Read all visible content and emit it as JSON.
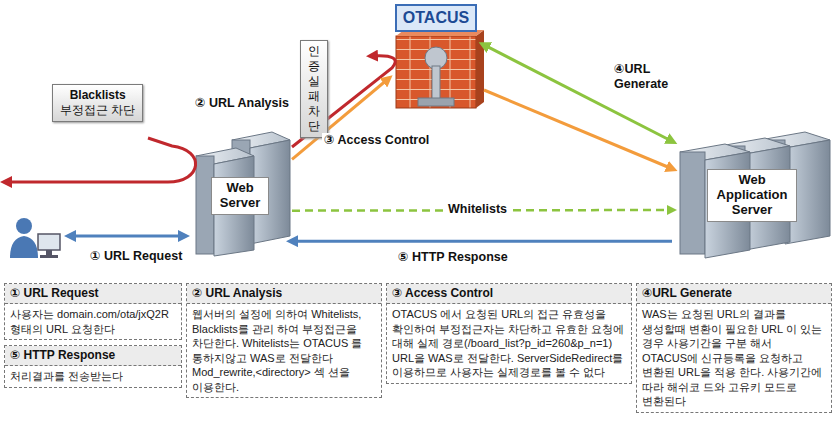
{
  "diagram": {
    "nodes": [
      {
        "text": [
          "OTACUS"
        ]
      },
      {
        "text": [
          "인증실패 차단"
        ]
      },
      {
        "text": [
          "Blacklists",
          "부정접근 차단"
        ]
      },
      {
        "text": [
          "Web Server"
        ]
      },
      {
        "text": [
          "Web Application Server"
        ]
      },
      {
        "text": [
          "① URL Request",
          "사용자는 domain.com/ota/jxQ2R 형태의 URL 요청한다"
        ]
      },
      {
        "text": [
          "⑤ HTTP Response",
          "처리결과를 전송받는다"
        ]
      },
      {
        "text": [
          "② URL Analysis",
          "웹서버의 설정에 의하여 Whitelists, Blacklists를 관리 하여 부정접근을 차단한다. Whitelists는 OTACUS 를 통하지않고 WAS로 전달한다 Mod_rewrite,<directory> 섹 션을 이용한다."
        ]
      },
      {
        "text": [
          "③ Access Control",
          "OTACUS 에서 요청된 URL의 접근 유효성을 확인하여 부정접근자는 차단하고 유효한 요청에 대해 실제 경로(/board_list?p_id=260&p_n=1) URL을 WAS로 전달한다. ServerSideRedirect를 이용하므로 사용자는 실제경로를 볼 수 없다"
        ]
      },
      {
        "text": [
          "④URL Generate",
          "WAS는 요청된 URL의 결과를 생성할때 변환이 필요한 URL 이 있는 경우 사용기간을 구분 해서 OTACUS에 신규등록을 요청하고 변환된 URL을 적용 한다. 사용기간에 따라 해쉬코 드와 고유키 모드로 변환된다"
        ]
      }
    ],
    "edges": [
      {
        "from": 3,
        "to": 0,
        "arrow": "to",
        "label": "③ Access Control"
      },
      {
        "from": 0,
        "to": 4,
        "arrow": "to"
      },
      {
        "from": 0,
        "to": 4,
        "arrow": "both",
        "label": "④URL Generate"
      },
      {
        "from": 3,
        "to": 4,
        "arrow": "to",
        "label": "Whitelists"
      },
      {
        "from": 4,
        "to": 3,
        "arrow": "to",
        "label": "⑤ HTTP Response"
      }
    ],
    "labels": [
      "② URL Analysis",
      "① URL Request"
    ]
  }
}
